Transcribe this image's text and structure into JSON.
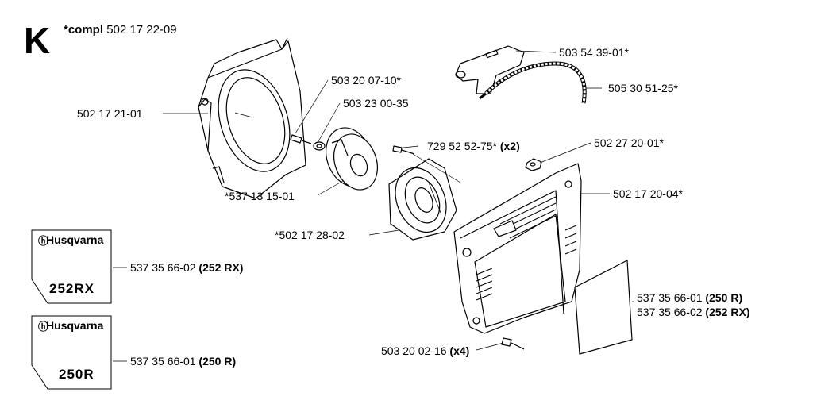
{
  "section_letter": "K",
  "compl": {
    "prefix": "*compl",
    "number": "502 17 22-09"
  },
  "labels": {
    "fan_housing": "502 17 21-01",
    "screw_starter": "503 20 07-10*",
    "washer": "503 23 00-35",
    "pulley": "*537 13 15-01",
    "spring_cassette": "*502 17 28-02",
    "screw_x2": {
      "part": "729 52 52-75*",
      "qty": "(x2)"
    },
    "handle": "503 54 39-01*",
    "rope": "505 30 51-25*",
    "nut": "502 27 20-01*",
    "starter_cover": "502 17 20-04*",
    "screw_x4": {
      "part": "503 20 02-16",
      "qty": "(x4)"
    },
    "decal_right_a": {
      "part": "537 35 66-01",
      "model": "(250 R)"
    },
    "decal_right_b": {
      "part": "537 35 66-02",
      "model": "(252 RX)"
    },
    "decal_252": {
      "part": "537 35 66-02",
      "model": "(252 RX)"
    },
    "decal_250": {
      "part": "537 35 66-01",
      "model": "(250 R)"
    }
  },
  "decals": {
    "brand": "Husqvarna",
    "model_252": "252RX",
    "model_250": "250R"
  }
}
